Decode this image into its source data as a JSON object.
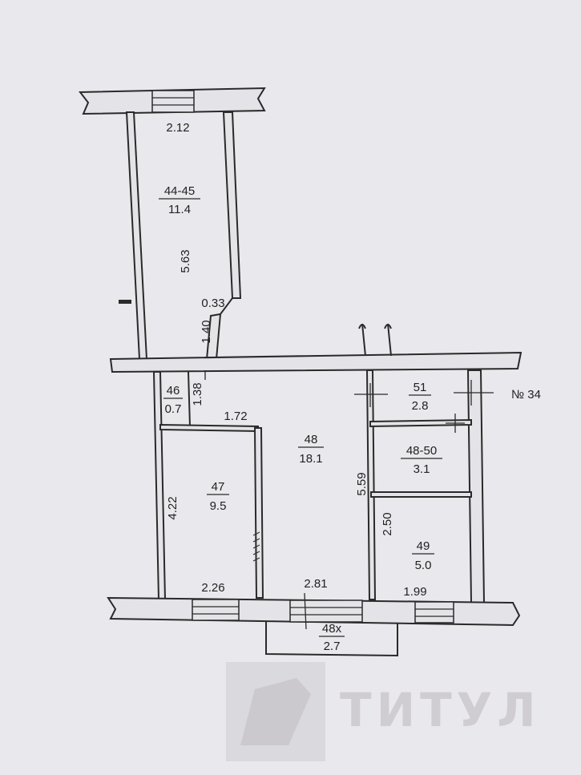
{
  "rooms": [
    {
      "id": "44-45",
      "area": "11.4"
    },
    {
      "id": "46",
      "area": "0.7"
    },
    {
      "id": "47",
      "area": "9.5"
    },
    {
      "id": "48",
      "area": "18.1"
    },
    {
      "id": "51",
      "area": "2.8"
    },
    {
      "id": "48-50",
      "area": "3.1"
    },
    {
      "id": "49",
      "area": "5.0"
    },
    {
      "id": "48х",
      "area": "2.7"
    }
  ],
  "dimensions": {
    "d_212": "2.12",
    "d_563": "5.63",
    "d_033": "0.33",
    "d_140": "1.40",
    "d_138": "1.38",
    "d_172": "1.72",
    "d_422": "4.22",
    "d_559": "5.59",
    "d_250": "2.50",
    "d_226": "2.26",
    "d_281": "2.81",
    "d_199": "1.99"
  },
  "apartment_label": "№ 34",
  "watermark": "ТИТУЛ",
  "colors": {
    "background": "#e9e8ec",
    "lines": "#2a2a2a",
    "watermark": "#cfcdd2"
  }
}
